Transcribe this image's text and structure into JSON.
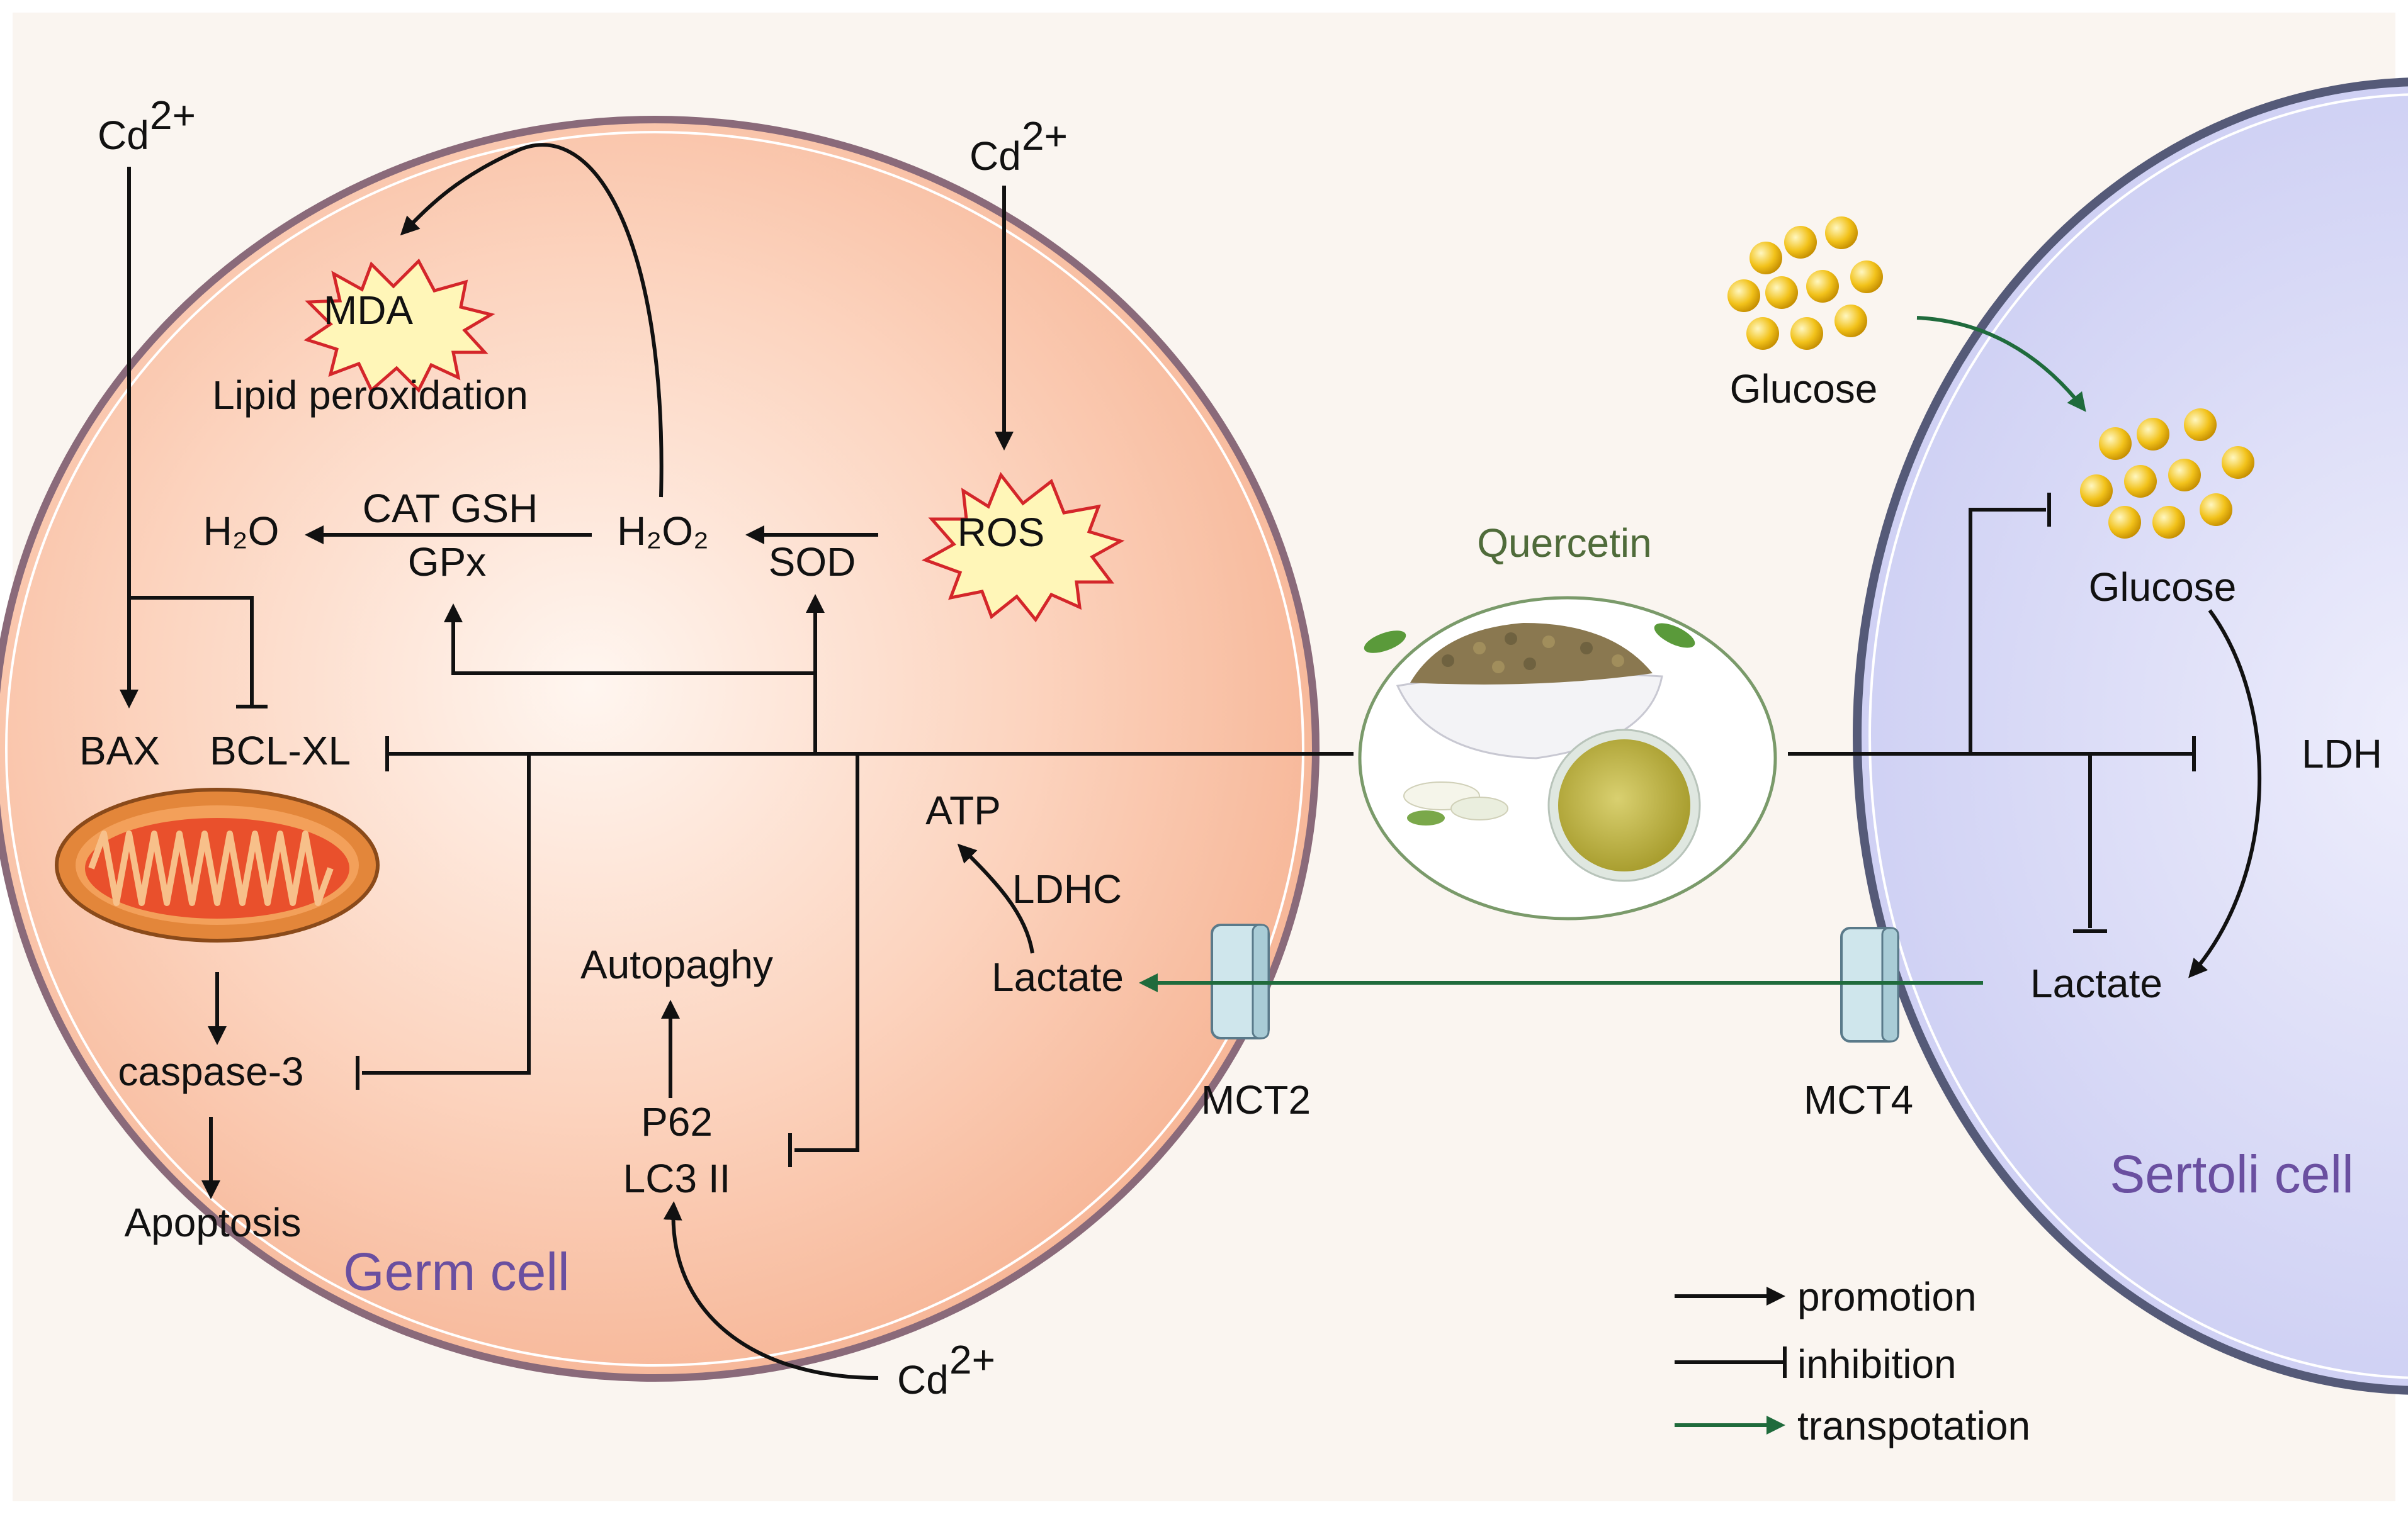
{
  "diagram": {
    "cells": {
      "germ": "Germ cell",
      "sertoli": "Sertoli cell"
    },
    "center": {
      "label": "Quercetin"
    },
    "germ_labels": {
      "cd_top_left": "Cd",
      "cd_top_mid": "Cd",
      "cd_bottom": "Cd",
      "cd_sup": "2+",
      "mda": "MDA",
      "lipid": "Lipid peroxidation",
      "h2o": "H₂O",
      "cat_gsh": "CAT GSH",
      "gpx": "GPx",
      "h2o2": "H₂O₂",
      "sod": "SOD",
      "ros": "ROS",
      "bax": "BAX",
      "bclxl": "BCL-XL",
      "caspase": "caspase-3",
      "apoptosis": "Apoptosis",
      "autophagy": "Autopaghy",
      "p62": "P62",
      "lc3": "LC3 II",
      "atp": "ATP",
      "ldhc": "LDHC",
      "lactate": "Lactate",
      "mct2": "MCT2"
    },
    "sertoli_labels": {
      "glucose_out": "Glucose",
      "glucose_in": "Glucose",
      "ldh": "LDH",
      "lactate": "Lactate",
      "mct4": "MCT4"
    },
    "legend": {
      "promotion": "promotion",
      "inhibition": "inhibition",
      "transport": "transpotation"
    },
    "colors": {
      "germ_cell_fill": "#f9c0a4",
      "sertoli_cell_fill": "#d8d9f6",
      "transport_arrow": "#1f6b3c",
      "burst_fill": "#fff6b8",
      "burst_stroke": "#d4262a",
      "mitochondria": "#e86a3a",
      "cell_label": "#6a4fa0"
    }
  }
}
